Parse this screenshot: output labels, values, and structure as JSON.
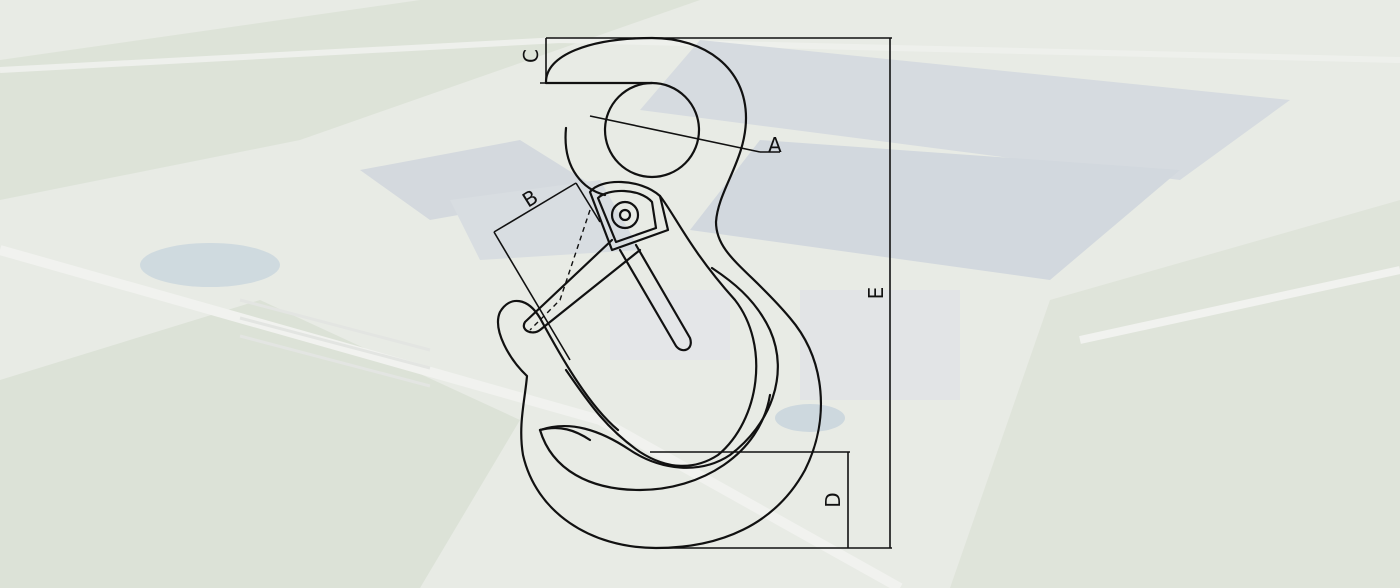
{
  "diagram": {
    "dimension_labels": {
      "a": "A",
      "b": "B",
      "c": "C",
      "d": "D",
      "e": "E"
    }
  },
  "background": {
    "description_icon": "aerial-factory-photo"
  },
  "colors": {
    "ink": "#111111",
    "background": "#e9ece6"
  }
}
